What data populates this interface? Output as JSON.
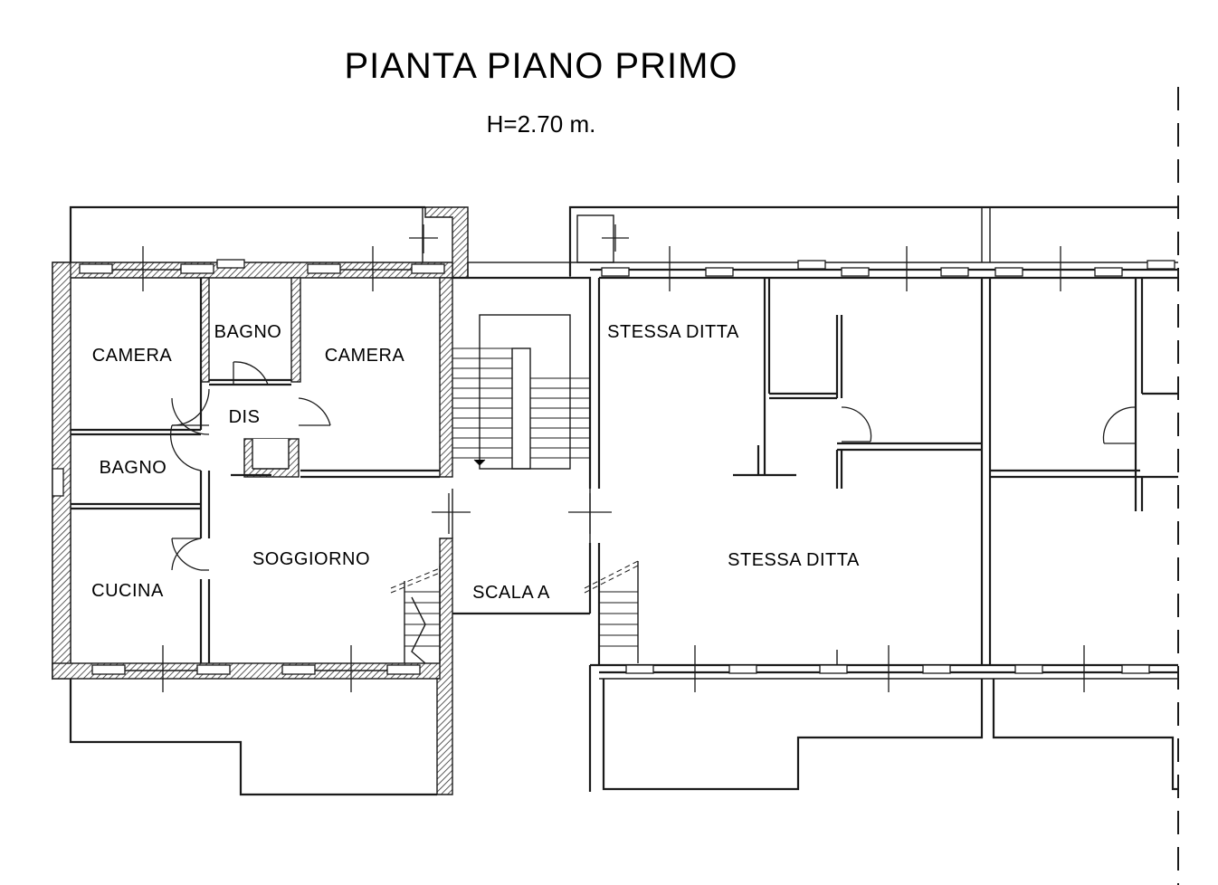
{
  "title": "PIANTA PIANO PRIMO",
  "subtitle": "H=2.70 m.",
  "rooms": [
    {
      "label": "CAMERA"
    },
    {
      "label": "BAGNO"
    },
    {
      "label": "CAMERA"
    },
    {
      "label": "DIS"
    },
    {
      "label": "BAGNO"
    },
    {
      "label": "SOGGIORNO"
    },
    {
      "label": "CUCINA"
    },
    {
      "label": "SCALA A"
    },
    {
      "label": "STESSA DITTA"
    },
    {
      "label": "STESSA DITTA"
    }
  ]
}
